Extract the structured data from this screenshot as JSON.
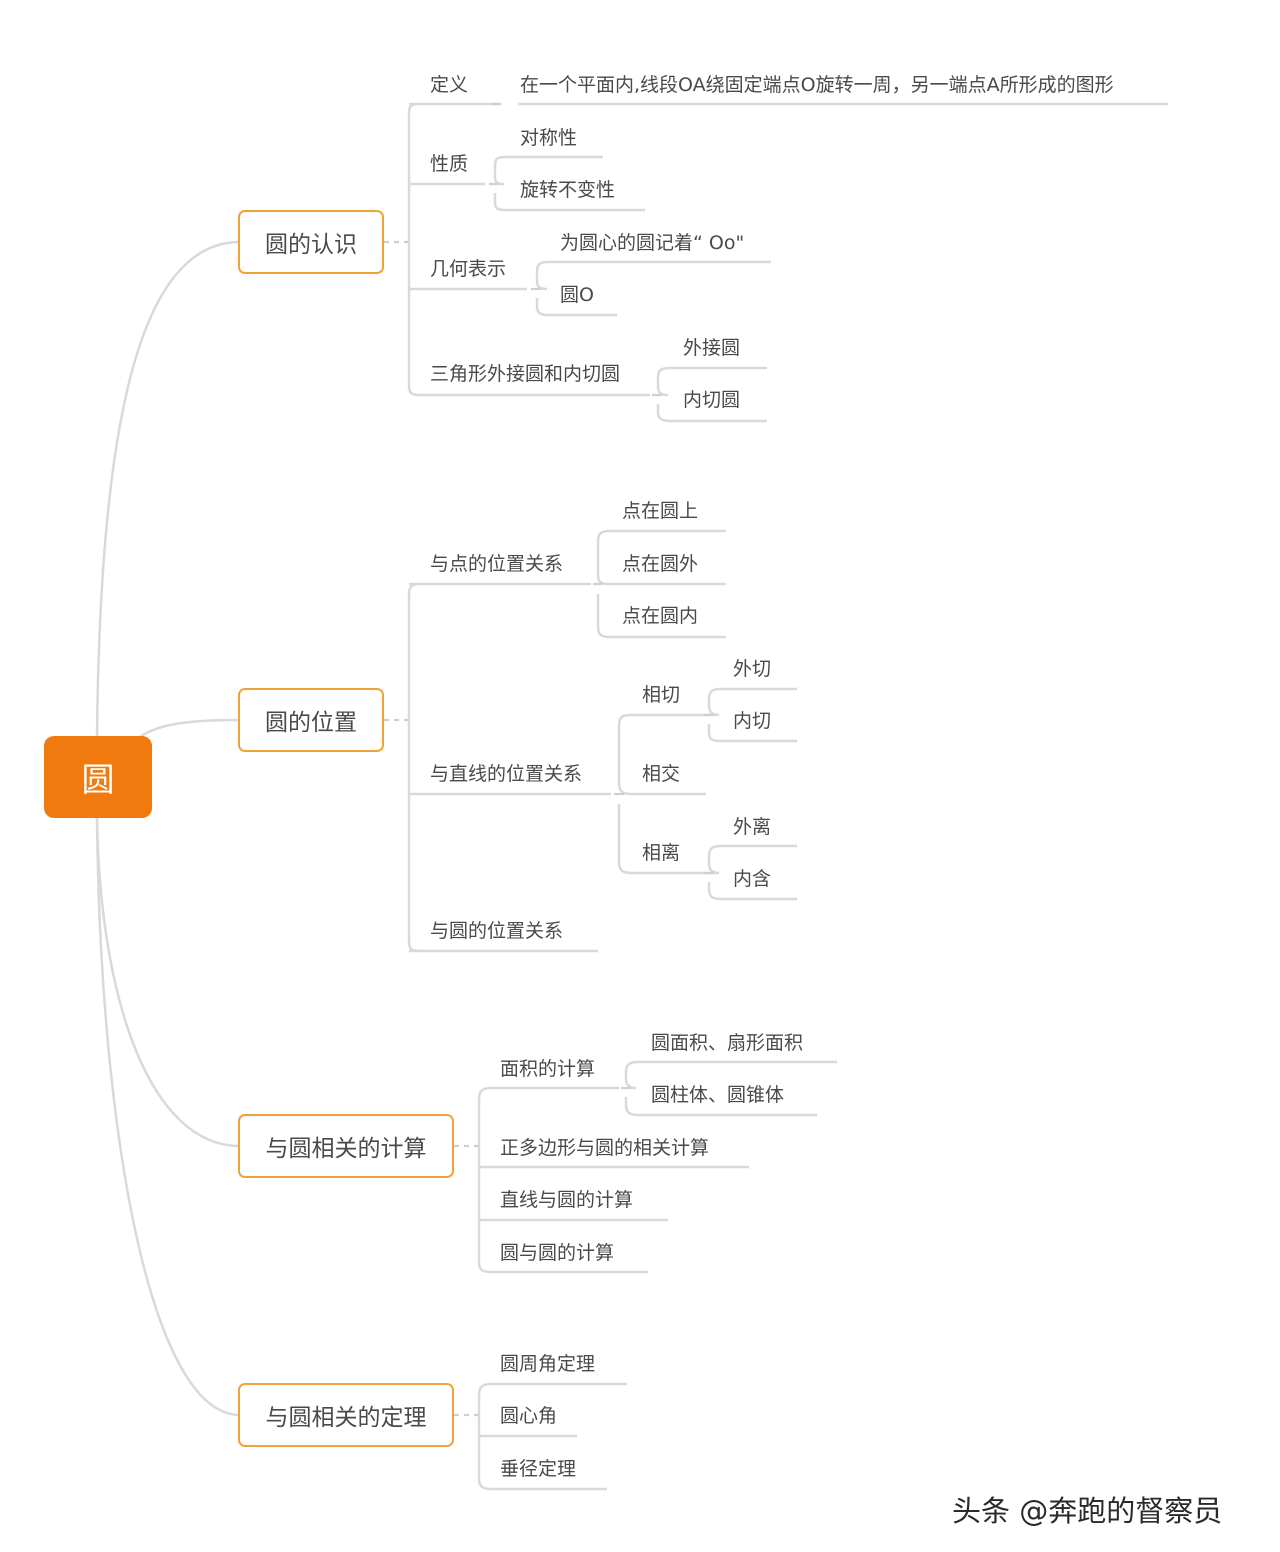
{
  "root": "圆",
  "branches": [
    {
      "label": "圆的认识",
      "children": [
        {
          "label": "定义",
          "children": [
            {
              "label": "在一个平面内,线段OA绕固定端点O旋转一周，另一端点A所形成的图形"
            }
          ]
        },
        {
          "label": "性质",
          "children": [
            {
              "label": "对称性"
            },
            {
              "label": "旋转不变性"
            }
          ]
        },
        {
          "label": "几何表示",
          "children": [
            {
              "label": "为圆心的圆记着“ Oo\""
            },
            {
              "label": "圆O"
            }
          ]
        },
        {
          "label": "三角形外接圆和内切圆",
          "children": [
            {
              "label": "外接圆"
            },
            {
              "label": "内切圆"
            }
          ]
        }
      ]
    },
    {
      "label": "圆的位置",
      "children": [
        {
          "label": "与点的位置关系",
          "children": [
            {
              "label": "点在圆上"
            },
            {
              "label": "点在圆外"
            },
            {
              "label": "点在圆内"
            }
          ]
        },
        {
          "label": "与直线的位置关系",
          "children": [
            {
              "label": "相切",
              "children": [
                {
                  "label": "外切"
                },
                {
                  "label": "内切"
                }
              ]
            },
            {
              "label": "相交"
            },
            {
              "label": "相离",
              "children": [
                {
                  "label": "外离"
                },
                {
                  "label": "内含"
                }
              ]
            }
          ]
        },
        {
          "label": "与圆的位置关系"
        }
      ]
    },
    {
      "label": "与圆相关的计算",
      "children": [
        {
          "label": "面积的计算",
          "children": [
            {
              "label": "圆面积、扇形面积"
            },
            {
              "label": "圆柱体、圆锥体"
            }
          ]
        },
        {
          "label": "正多边形与圆的相关计算"
        },
        {
          "label": "直线与圆的计算"
        },
        {
          "label": "圆与圆的计算"
        }
      ]
    },
    {
      "label": "与圆相关的定理",
      "children": [
        {
          "label": "圆周角定理"
        },
        {
          "label": "圆心角"
        },
        {
          "label": "垂径定理"
        }
      ]
    }
  ],
  "watermark": "头条 @奔跑的督察员",
  "colors": {
    "root_fill": "#f07a0e",
    "branch_border": "#f0a33a",
    "connector": "#d9d9d9",
    "text": "#4a4a4a"
  }
}
